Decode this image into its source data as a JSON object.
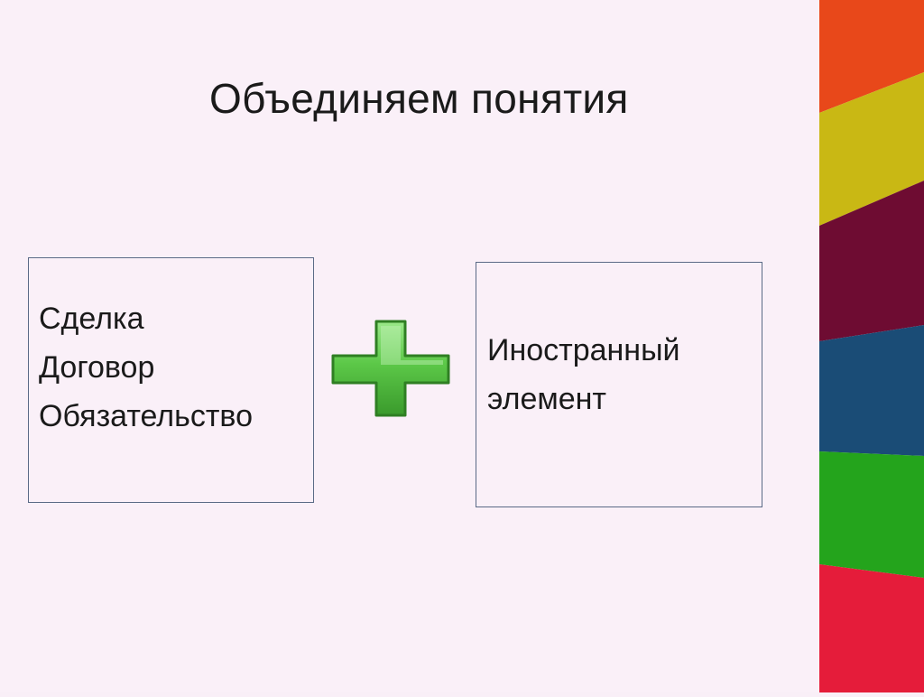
{
  "slide": {
    "title": "Объединяем понятия",
    "left_box": {
      "lines": [
        "Сделка",
        "Договор",
        "Обязательство"
      ]
    },
    "right_box": {
      "lines": [
        "Иностранный",
        "элемент"
      ]
    }
  },
  "colors": {
    "background": "#faf0f8",
    "box_border": "#5a6a86",
    "plus_fill": "#5cc848",
    "plus_edge": "#2f7f23",
    "stripes": [
      "#e8481a",
      "#c9b814",
      "#6e0c32",
      "#1a4c76",
      "#24a41c",
      "#e51c3a"
    ]
  },
  "icons": {
    "operator": "plus-icon"
  }
}
